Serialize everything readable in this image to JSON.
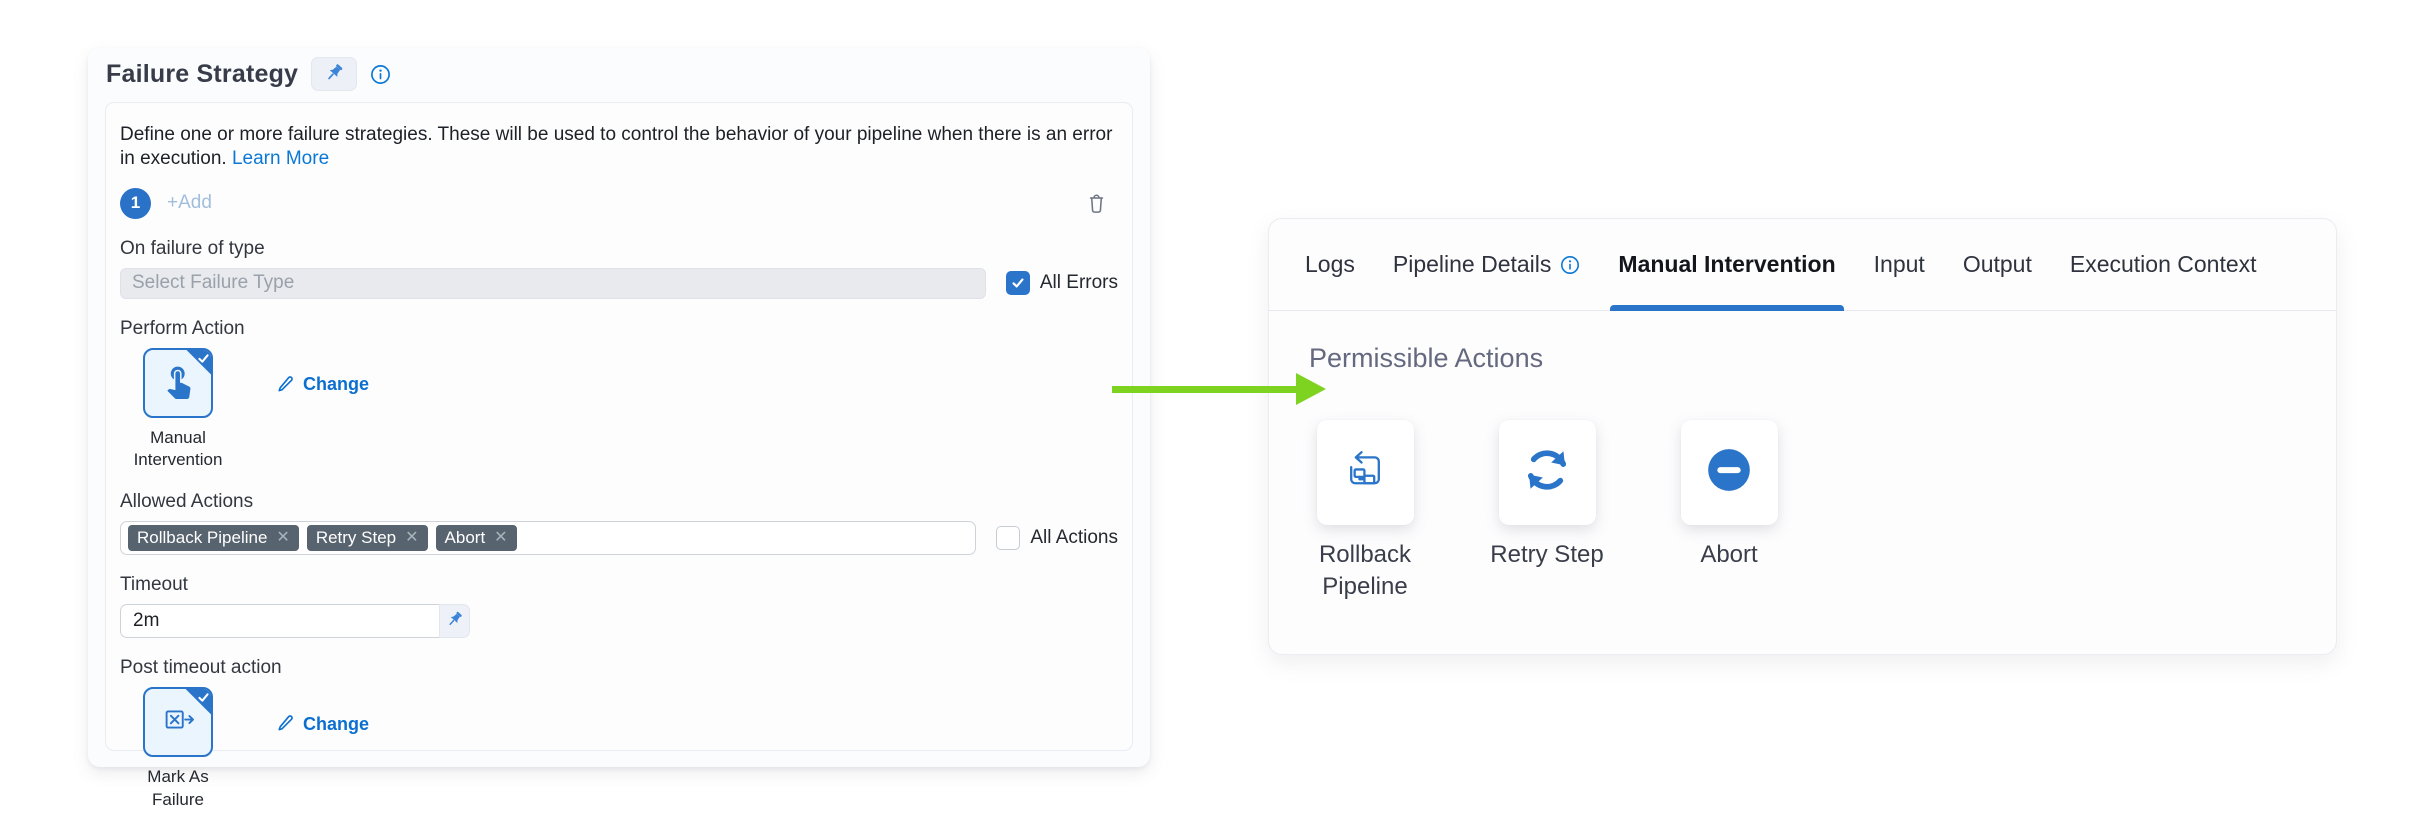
{
  "left_panel": {
    "title": "Failure Strategy",
    "description": "Define one or more failure strategies. These will be used to control the behavior of your pipeline when there is an error in execution.",
    "learn_more_label": "Learn More",
    "strategy_index": "1",
    "add_label": "+Add",
    "fields": {
      "on_failure_label": "On failure of type",
      "failure_type_placeholder": "Select Failure Type",
      "all_errors_label": "All Errors",
      "perform_action_label": "Perform Action",
      "perform_action_value": "Manual Intervention",
      "change_label": "Change",
      "allowed_actions_label": "Allowed Actions",
      "allowed_actions_tags": [
        "Rollback Pipeline",
        "Retry Step",
        "Abort"
      ],
      "all_actions_label": "All Actions",
      "timeout_label": "Timeout",
      "timeout_value": "2m",
      "post_timeout_label": "Post timeout action",
      "post_timeout_value": "Mark As Failure",
      "post_change_label": "Change"
    }
  },
  "right_panel": {
    "tabs": [
      {
        "label": "Logs",
        "active": false,
        "info": false
      },
      {
        "label": "Pipeline Details",
        "active": false,
        "info": true
      },
      {
        "label": "Manual Intervention",
        "active": true,
        "info": false
      },
      {
        "label": "Input",
        "active": false,
        "info": false
      },
      {
        "label": "Output",
        "active": false,
        "info": false
      },
      {
        "label": "Execution Context",
        "active": false,
        "info": false
      }
    ],
    "section_title": "Permissible Actions",
    "actions": [
      {
        "label": "Rollback Pipeline",
        "icon": "rollback-pipeline-icon"
      },
      {
        "label": "Retry Step",
        "icon": "retry-step-icon"
      },
      {
        "label": "Abort",
        "icon": "abort-icon"
      }
    ]
  },
  "colors": {
    "primary_blue": "#2a74c9",
    "link_blue": "#0b78d5",
    "tag_background": "#57636e",
    "arrow_green": "#7ed321"
  }
}
